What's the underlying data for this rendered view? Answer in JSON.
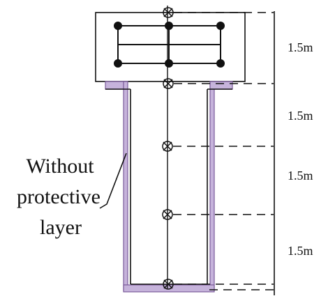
{
  "dimensions": [
    "1.5m",
    "1.5m",
    "1.5m",
    "1.5m"
  ],
  "annotation": [
    "Without",
    "protective",
    "layer"
  ],
  "colors": {
    "line": "#111111",
    "coating_fill": "#c6b3db",
    "coating_stroke": "#7a5a99"
  }
}
